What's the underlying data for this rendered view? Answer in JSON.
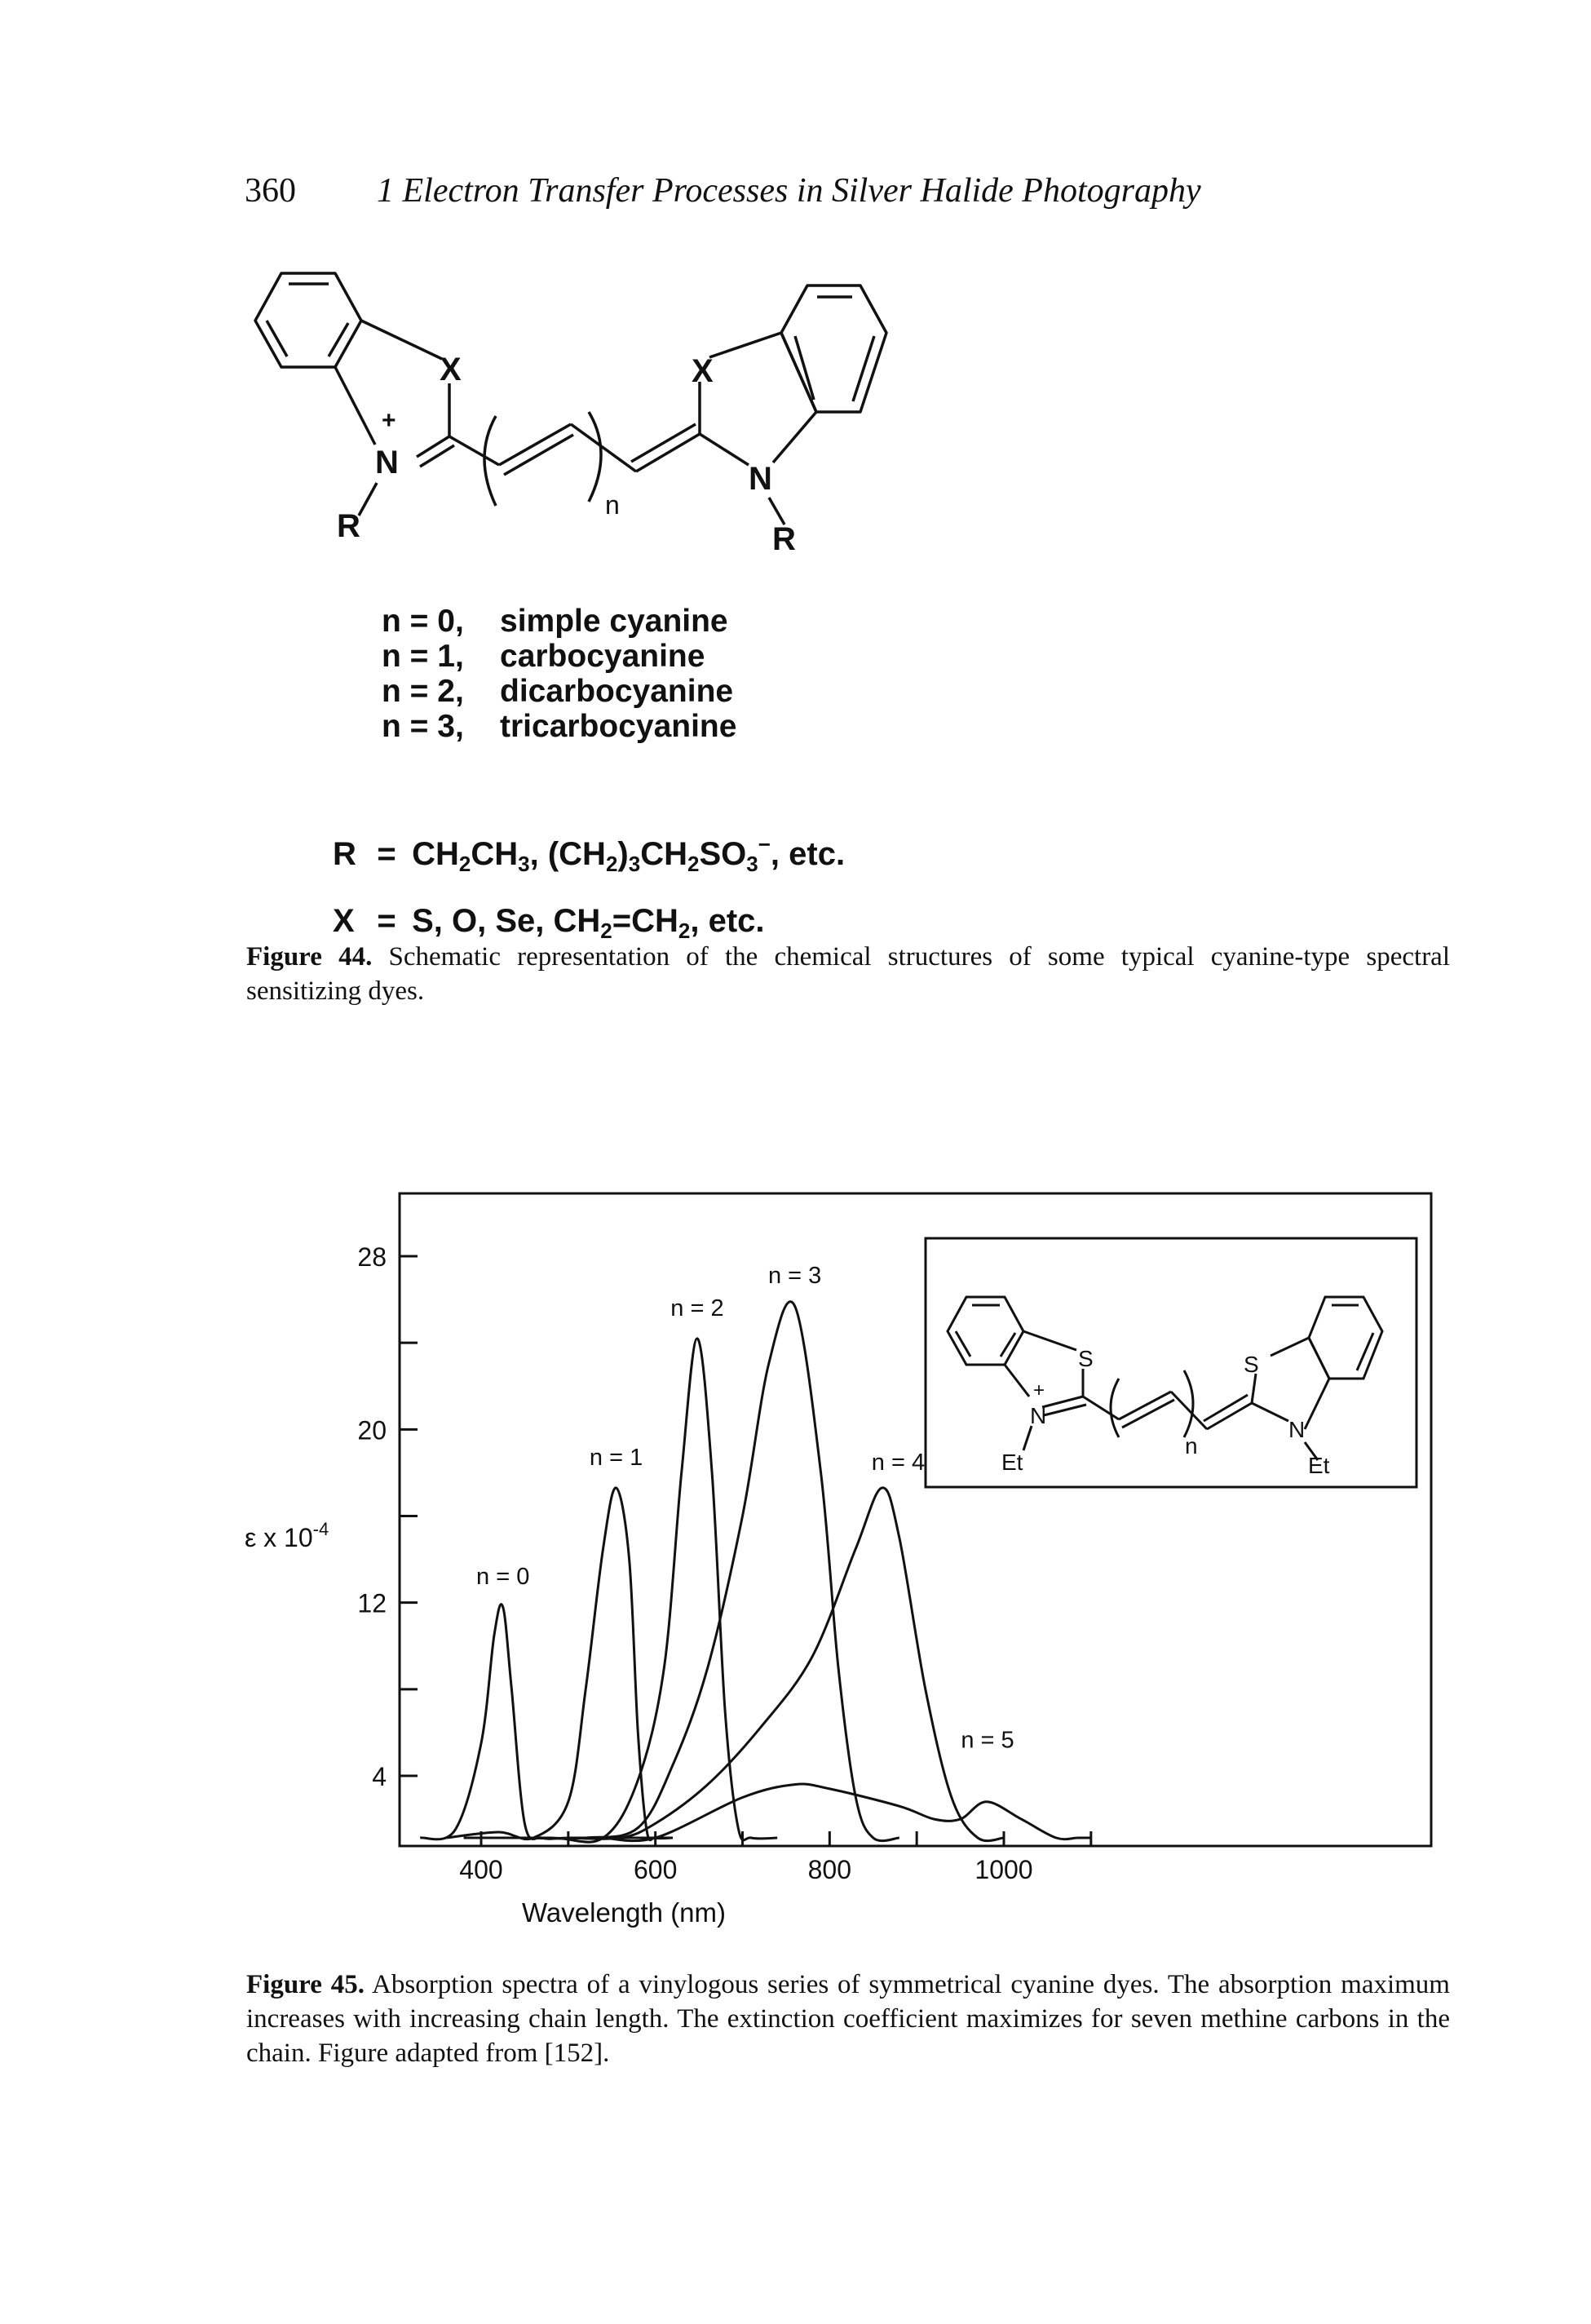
{
  "header": {
    "page_number": "360",
    "title": "1 Electron Transfer Processes in Silver Halide Photography"
  },
  "figure44": {
    "structure_labels": {
      "x_left": "X",
      "x_right": "X",
      "n_left": "N",
      "n_right": "N",
      "charge": "+",
      "r_left": "R",
      "r_right": "R",
      "repeat": "n"
    },
    "dye_list": [
      {
        "n": "n = 0,",
        "name": "simple cyanine"
      },
      {
        "n": "n = 1,",
        "name": "carbocyanine"
      },
      {
        "n": "n = 2,",
        "name": "dicarbocyanine"
      },
      {
        "n": "n = 3,",
        "name": "tricarbocyanine"
      }
    ],
    "r_line": {
      "symbol": "R",
      "eq": "=",
      "t1": "CH",
      "s1": "2",
      "t2": "CH",
      "s2": "3",
      "t3": ", (CH",
      "s3": "2",
      "t4": ")",
      "s4": "3",
      "t5": "CH",
      "s5": "2",
      "t6": "SO",
      "s6": "3",
      "sup": "−",
      "t7": ", etc."
    },
    "x_line": {
      "symbol": "X",
      "eq": "=",
      "t1": "S, O, Se, CH",
      "s1": "2",
      "t2": "=CH",
      "s2": "2",
      "t3": ", etc."
    },
    "caption_label": "Figure 44.",
    "caption_text": "Schematic representation of the chemical structures of some typical cyanine-type spectral sensitizing dyes."
  },
  "figure45": {
    "y_axis_label_main": "ε x 10",
    "y_axis_label_exp": "-4",
    "x_axis_label": "Wavelength (nm)",
    "inset_labels": {
      "s_left": "S",
      "s_right": "S",
      "n_left": "N",
      "n_right": "N",
      "charge": "+",
      "et_left": "Et",
      "et_right": "Et",
      "repeat": "n"
    },
    "caption_label": "Figure 45.",
    "caption_text": "Absorption spectra of a vinylogous series of symmetrical cyanine dyes. The absorption maximum increases with increasing chain length. The extinction coefficient maximizes for seven methine carbons in the chain. Figure adapted from [152]."
  },
  "chart_data": {
    "type": "line",
    "xlabel": "Wavelength (nm)",
    "ylabel": "ε x 10-4",
    "xlim": [
      300,
      1125
    ],
    "ylim": [
      0,
      30
    ],
    "x_ticks": [
      400,
      600,
      800,
      1000
    ],
    "x_minor_ticks": [
      300,
      500,
      700,
      900,
      1100
    ],
    "y_ticks": [
      4,
      12,
      20,
      28
    ],
    "y_minor_ticks": [
      8,
      16,
      24
    ],
    "grid": false,
    "legend": "none",
    "series": [
      {
        "name": "n = 0",
        "x": [
          330,
          370,
          400,
          415,
          425,
          435,
          450,
          470,
          500,
          560,
          620
        ],
        "y": [
          0.3,
          1.5,
          5.5,
          10.5,
          11.8,
          8,
          1.8,
          0.6,
          0.3,
          0.1,
          0.0
        ]
      },
      {
        "name": "n = 1",
        "x": [
          360,
          420,
          460,
          500,
          520,
          540,
          555,
          570,
          580,
          590,
          600,
          620
        ],
        "y": [
          1.0,
          1.4,
          1.0,
          2.8,
          8,
          14.5,
          17.3,
          14,
          6,
          1.5,
          0.4,
          0.0
        ]
      },
      {
        "name": "n = 2",
        "x": [
          380,
          480,
          540,
          580,
          610,
          630,
          648,
          665,
          680,
          695,
          710,
          740
        ],
        "y": [
          0.3,
          0.2,
          0.8,
          3.8,
          9,
          18,
          24.2,
          18,
          7,
          1.6,
          0.4,
          0.0
        ]
      },
      {
        "name": "n = 3",
        "x": [
          450,
          520,
          580,
          620,
          660,
          700,
          730,
          760,
          790,
          810,
          830,
          850,
          880
        ],
        "y": [
          0.4,
          0.6,
          1.6,
          4.5,
          9,
          16,
          23,
          25.7,
          18,
          9,
          3,
          0.8,
          0.0
        ]
      },
      {
        "name": "n = 4",
        "x": [
          500,
          560,
          600,
          660,
          720,
          780,
          830,
          860,
          880,
          910,
          940,
          970,
          1000
        ],
        "y": [
          0.2,
          0.8,
          1.8,
          3.6,
          6.2,
          9.5,
          14.5,
          17.3,
          15,
          8,
          3,
          0.5,
          0.0
        ]
      },
      {
        "name": "n = 5",
        "x": [
          540,
          600,
          700,
          760,
          800,
          880,
          920,
          950,
          980,
          1020,
          1060,
          1085,
          1100
        ],
        "y": [
          0.2,
          1,
          3,
          3.6,
          3.4,
          2.6,
          2,
          2,
          2.8,
          2,
          0.8,
          0.3,
          0.1
        ]
      }
    ]
  }
}
